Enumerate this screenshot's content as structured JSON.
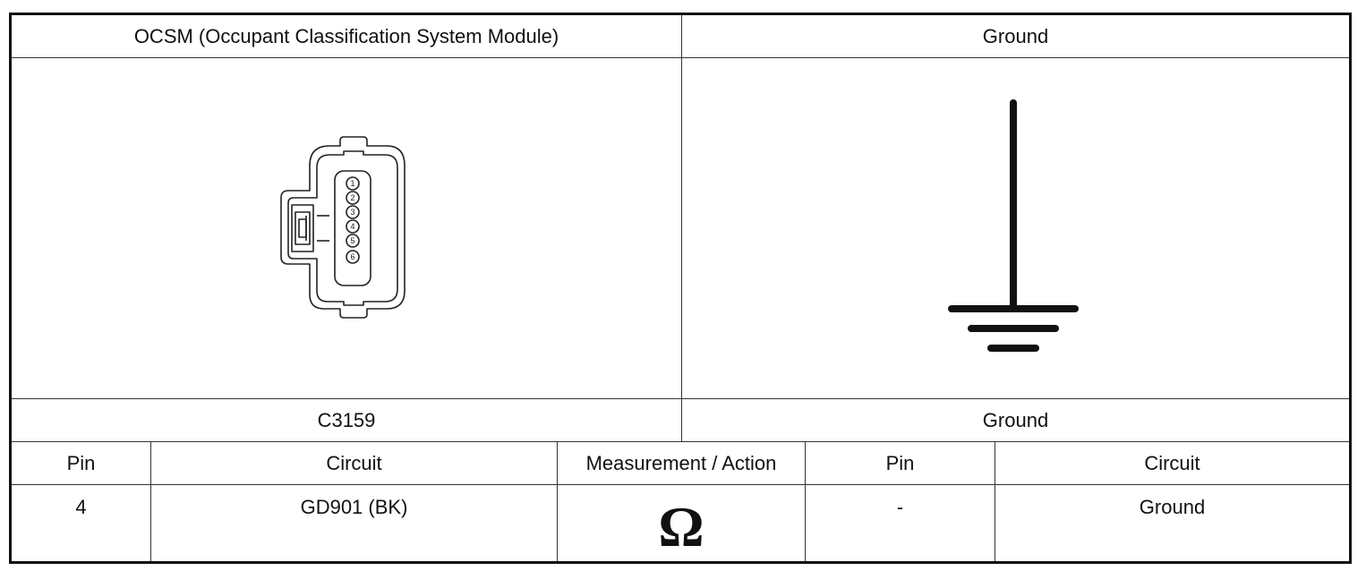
{
  "left": {
    "title": "OCSM (Occupant Classification System Module)",
    "connector_id": "C3159",
    "connector_pins": [
      "1",
      "2",
      "3",
      "4",
      "5",
      "6"
    ]
  },
  "right": {
    "title": "Ground",
    "component": "Ground"
  },
  "table": {
    "headers": {
      "pin_left": "Pin",
      "circuit_left": "Circuit",
      "measurement": "Measurement / Action",
      "pin_right": "Pin",
      "circuit_right": "Circuit"
    },
    "row": {
      "pin_left": "4",
      "circuit_left": "GD901 (BK)",
      "measurement_symbol": "Ω",
      "pin_right": "-",
      "circuit_right": "Ground"
    }
  },
  "icons": {
    "connector": "connector-face-icon",
    "ground": "ground-symbol-icon",
    "ohm": "ohm-symbol-icon"
  }
}
